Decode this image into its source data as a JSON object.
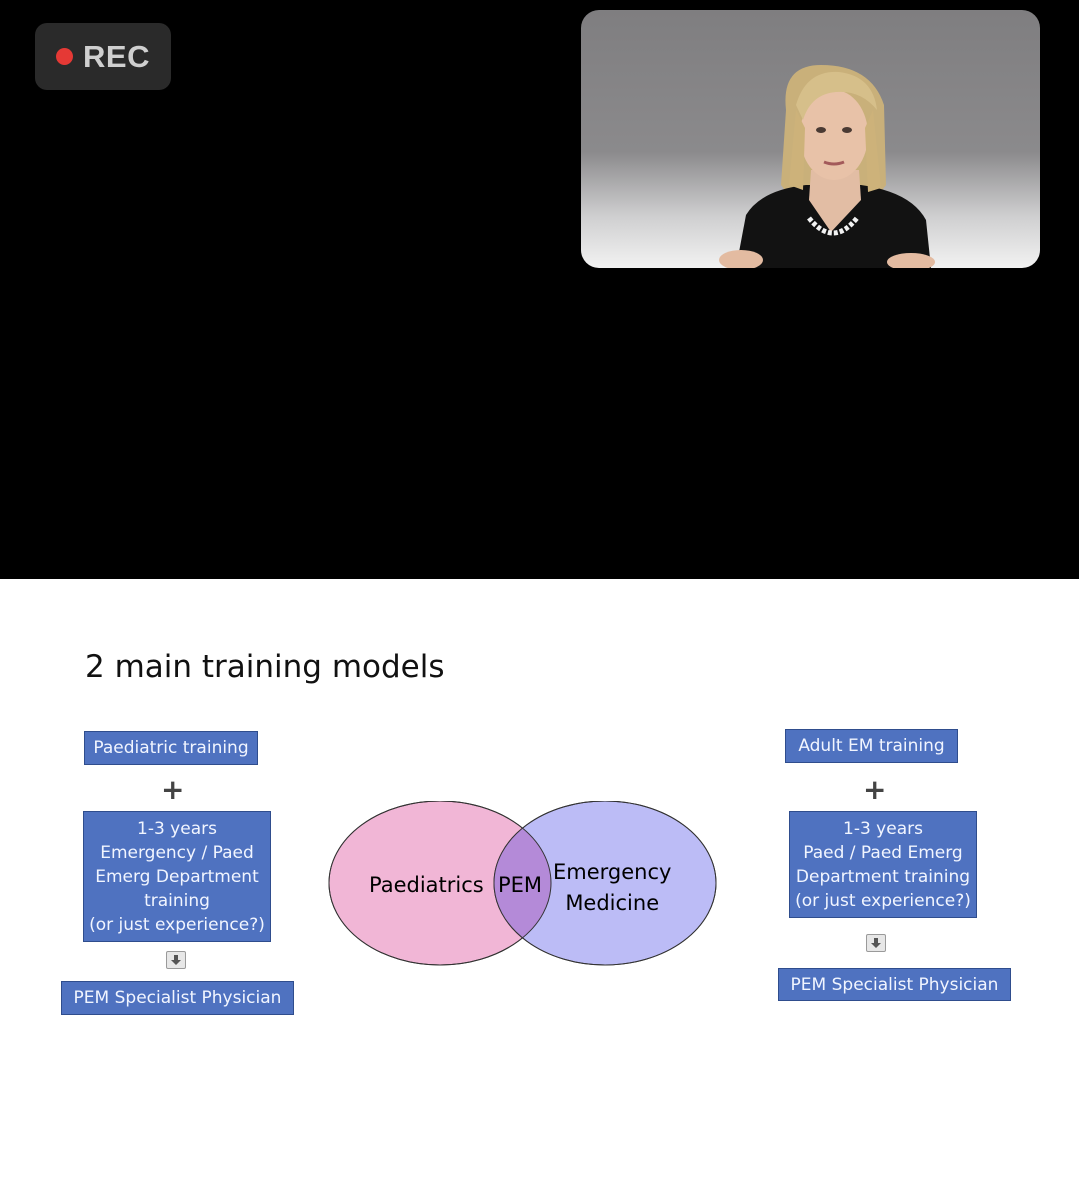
{
  "recording": {
    "label": "REC",
    "indicator_color": "#e53935"
  },
  "video": {
    "participant": "speaker"
  },
  "slide": {
    "title": "2 main training models",
    "left_model": {
      "start": "Paediatric training",
      "plus": "+",
      "middle": "1-3 years\nEmergency / Paed\nEmerg Department\ntraining\n(or just experience?)",
      "arrow_icon": "down-arrow-icon",
      "result": "PEM Specialist Physician"
    },
    "right_model": {
      "start": "Adult EM training",
      "plus": "+",
      "middle": "1-3 years\nPaed / Paed Emerg\nDepartment training\n(or just experience?)",
      "arrow_icon": "down-arrow-icon",
      "result": "PEM Specialist Physician"
    },
    "venn": {
      "left_label": "Paediatrics",
      "overlap_label": "PEM",
      "right_label": "Emergency\nMedicine",
      "left_color": "#f1b6d6",
      "right_color": "#bcbcf6",
      "overlap_color": "#b48ad8"
    },
    "box_color": "#4f72c0"
  }
}
